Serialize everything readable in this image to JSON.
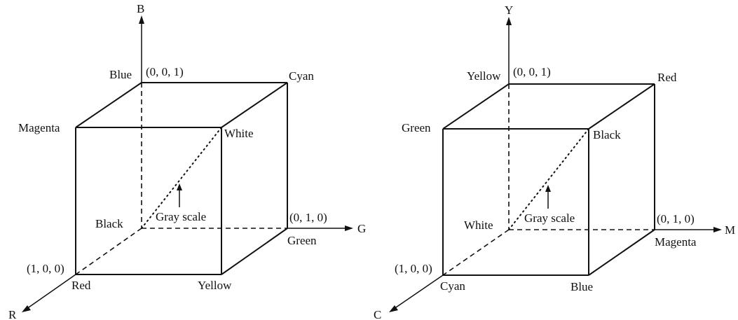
{
  "rgb_cube": {
    "axes": {
      "x": "G",
      "y": "B",
      "z": "R"
    },
    "corners": {
      "blue": "Blue",
      "cyan": "Cyan",
      "magenta": "Magenta",
      "white": "White",
      "black": "Black",
      "green": "Green",
      "red": "Red",
      "yellow": "Yellow"
    },
    "coords": {
      "top": "(0, 0, 1)",
      "right": "(0, 1, 0)",
      "left": "(1, 0, 0)"
    },
    "diagonal_label": "Gray scale"
  },
  "cmy_cube": {
    "axes": {
      "x": "M",
      "y": "Y",
      "z": "C"
    },
    "corners": {
      "yellow": "Yellow",
      "red": "Red",
      "green": "Green",
      "black": "Black",
      "white": "White",
      "magenta": "Magenta",
      "cyan": "Cyan",
      "blue": "Blue"
    },
    "coords": {
      "top": "(0, 0, 1)",
      "right": "(0, 1, 0)",
      "left": "(1, 0, 0)"
    },
    "diagonal_label": "Gray scale"
  }
}
